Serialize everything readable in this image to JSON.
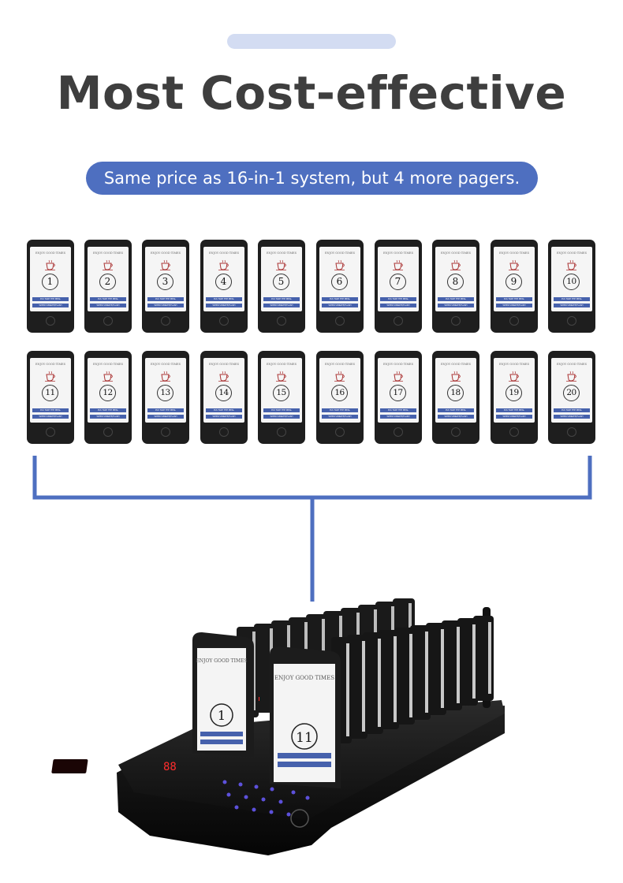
{
  "header": {
    "title": "Most Cost-effective",
    "subtitle": "Same price as 16-in-1 system, but 4 more pagers."
  },
  "pager_labels": {
    "brand": "ENJOY GOOD TIMES",
    "line1": "PLS TAKE THE MEAL",
    "line2": "WHEN VIBRATE/FLASH"
  },
  "pagers_row1": [
    "1",
    "2",
    "3",
    "4",
    "5",
    "6",
    "7",
    "8",
    "9",
    "10"
  ],
  "pagers_row2": [
    "11",
    "12",
    "13",
    "14",
    "15",
    "16",
    "17",
    "18",
    "19",
    "20"
  ],
  "base": {
    "display": "88",
    "front_pager_left": "1",
    "front_pager_right": "11"
  },
  "colors": {
    "accent": "#4e6fc0",
    "headline": "#3e3e3e",
    "bar": "#d3dcf2"
  }
}
